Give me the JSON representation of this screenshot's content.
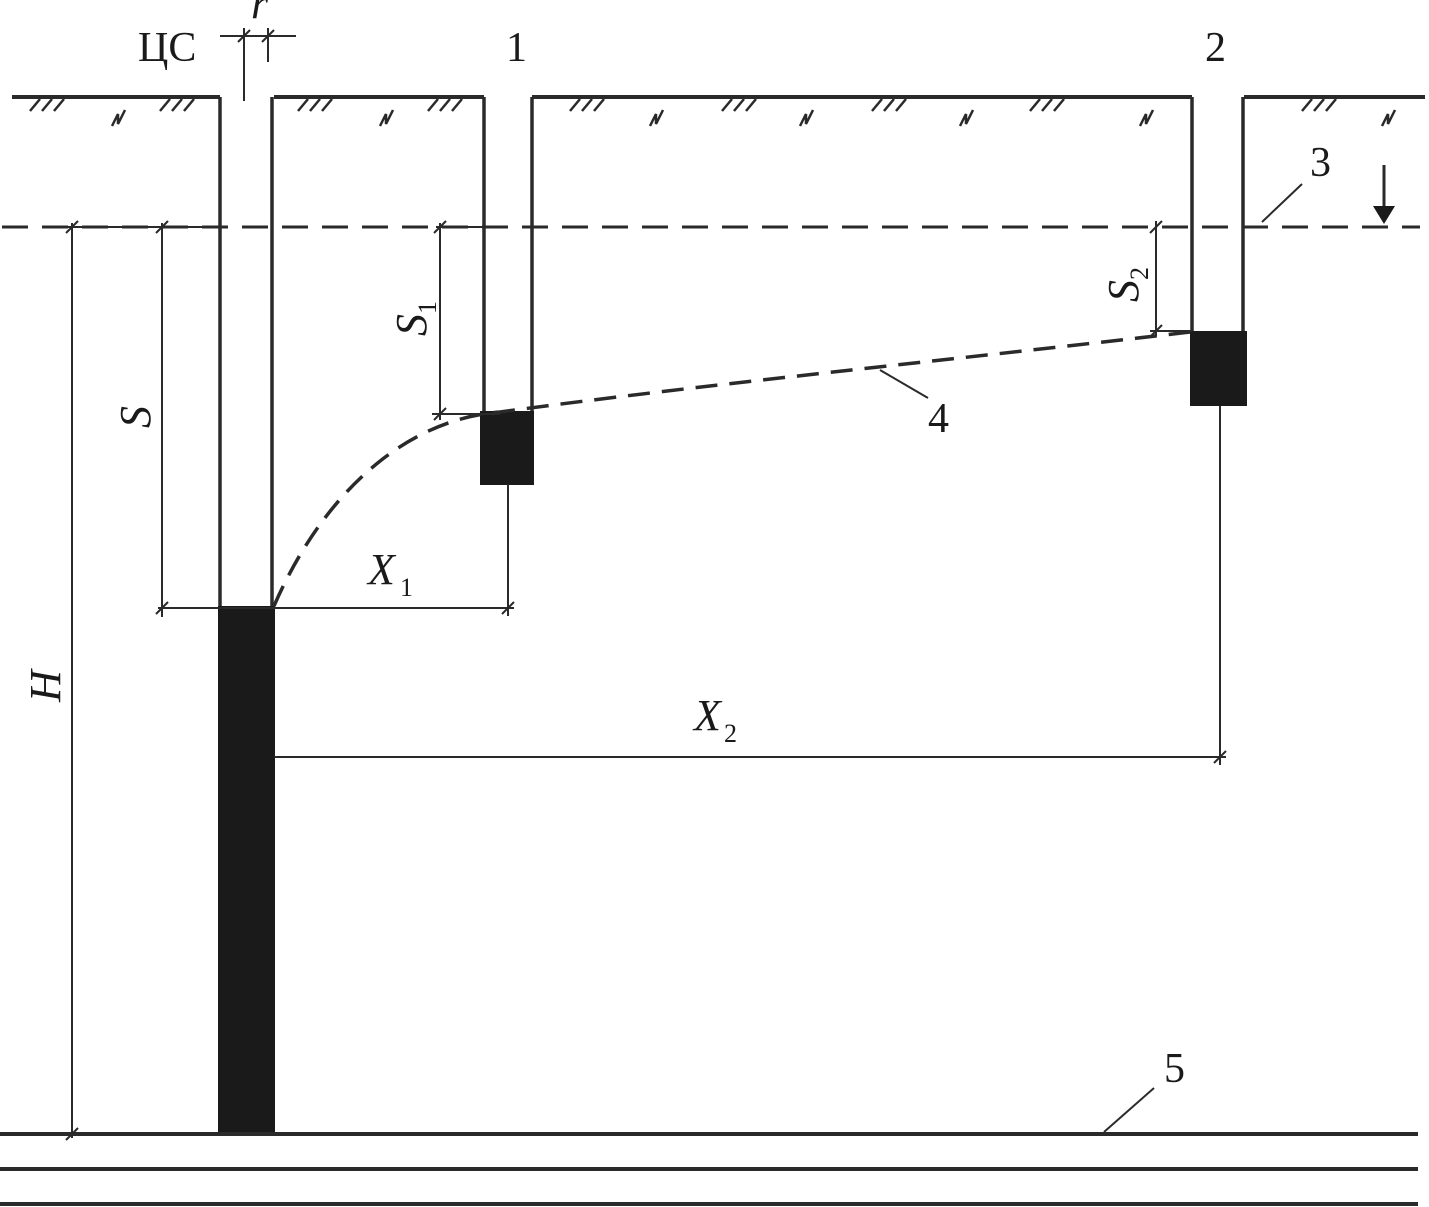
{
  "labels": {
    "central_well": "ЦС",
    "radius": "r",
    "well_1": "1",
    "well_2": "2",
    "callout_3": "3",
    "callout_4": "4",
    "callout_5": "5",
    "drawdown_s": "S",
    "drawdown_s1_main": "S",
    "drawdown_s1_sub": "1",
    "drawdown_s2_main": "S",
    "drawdown_s2_sub": "2",
    "distance_x1_main": "X",
    "distance_x1_sub": "1",
    "distance_x2_main": "X",
    "distance_x2_sub": "2",
    "aquifer_thickness": "H"
  },
  "colors": {
    "ink": "#2a2a2a",
    "fill": "#1a1a1a",
    "background": "#ffffff"
  }
}
